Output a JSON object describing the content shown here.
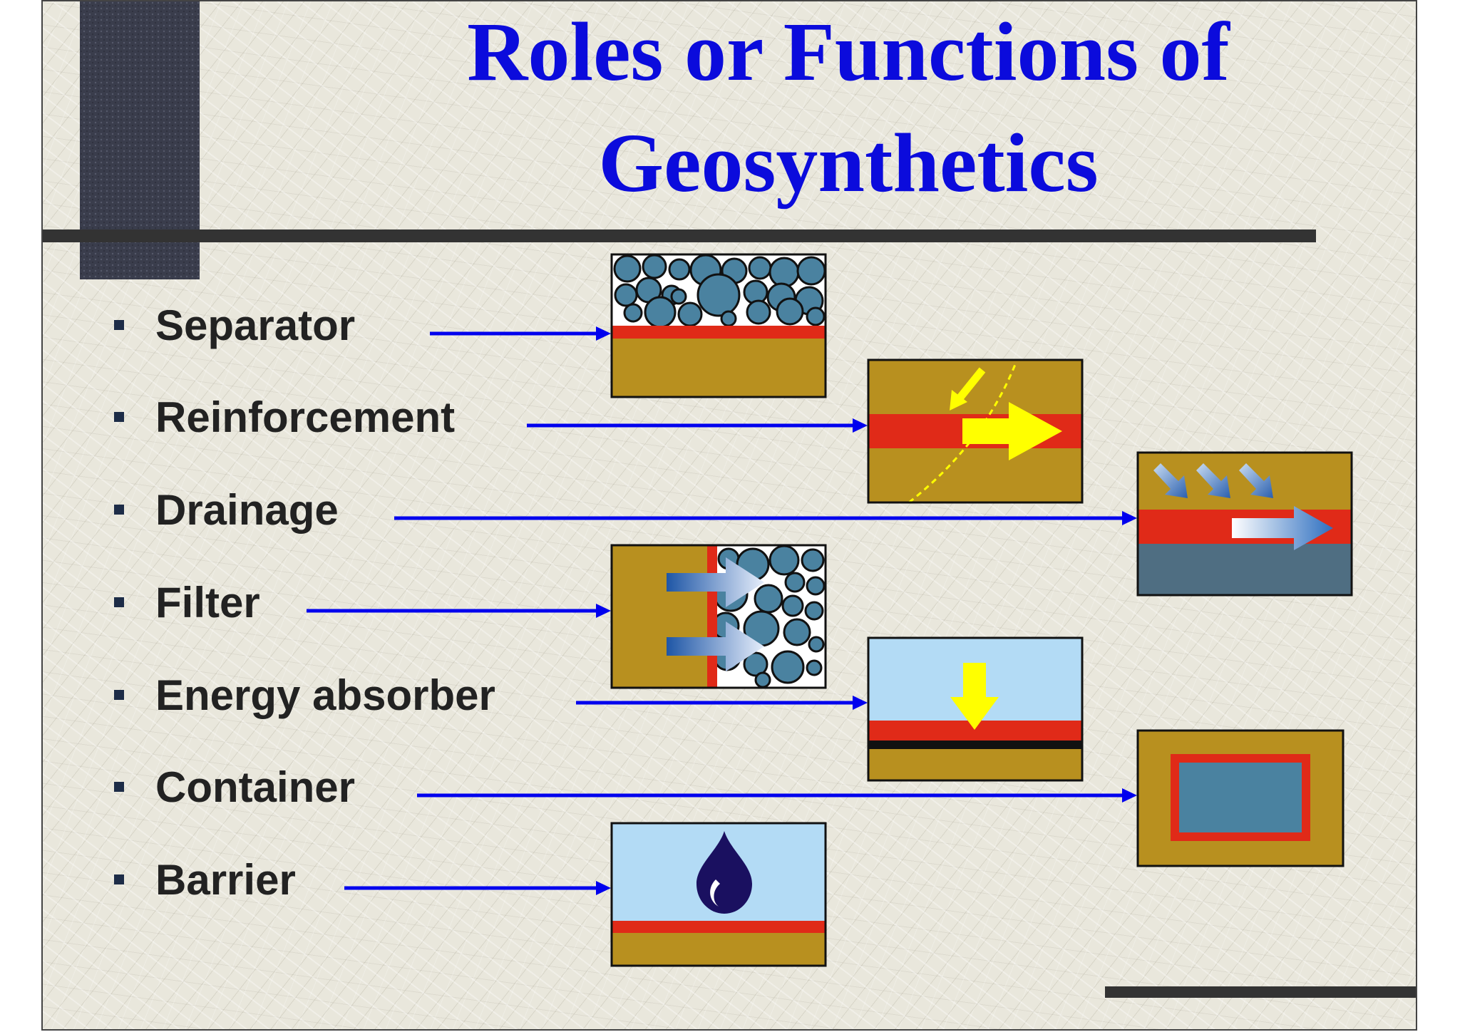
{
  "title": {
    "line1": "Roles or Functions of",
    "line2": "Geosynthetics"
  },
  "functions": [
    {
      "label": "Separator"
    },
    {
      "label": "Reinforcement"
    },
    {
      "label": "Drainage"
    },
    {
      "label": "Filter"
    },
    {
      "label": "Energy absorber"
    },
    {
      "label": "Container"
    },
    {
      "label": "Barrier"
    }
  ],
  "colors": {
    "title": "#0b0bdc",
    "arrow": "#0000ee",
    "soil": "#b8901f",
    "geosynthetic": "#e02a18",
    "stone": "#4a82a0",
    "water": "#b3dbf5",
    "force_arrow": "#ffff00",
    "drop": "#1a1060",
    "bar": "#333333",
    "accent_block": "#3a3d4c"
  }
}
